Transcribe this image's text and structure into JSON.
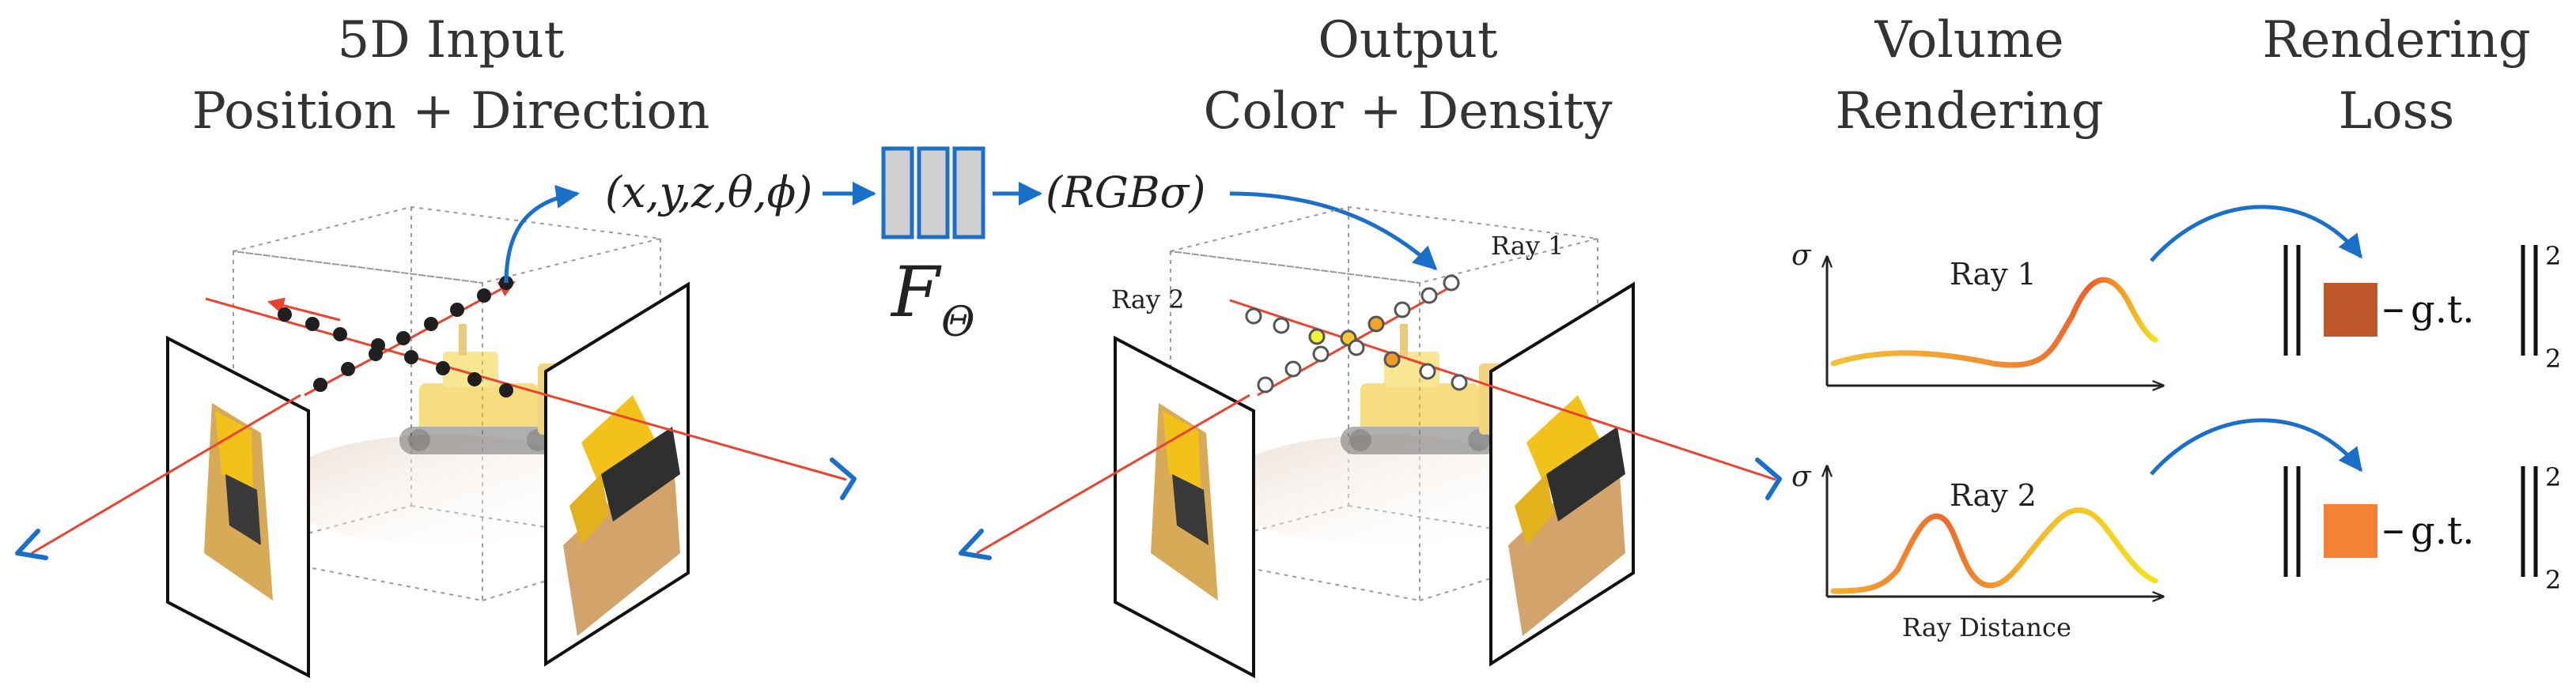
{
  "headers": {
    "input": {
      "line1": "5D Input",
      "line2": "Position + Direction"
    },
    "output": {
      "line1": "Output",
      "line2": "Color + Density"
    },
    "volume": {
      "line1": "Volume",
      "line2": "Rendering"
    },
    "loss": {
      "line1": "Rendering",
      "line2": "Loss"
    }
  },
  "input_tuple": "(x,y,z,θ,ϕ)",
  "output_tuple": "(RGBσ)",
  "network_label": "F",
  "network_subscript": "Θ",
  "ray_labels": {
    "ray1": "Ray 1",
    "ray2": "Ray 2"
  },
  "plots": {
    "sigma_label": "σ",
    "ray1_title": "Ray 1",
    "ray2_title": "Ray 2",
    "x_axis_label": "Ray Distance"
  },
  "loss": {
    "minus": "–",
    "gt_label": "g.t.",
    "norm_sup": "2",
    "norm_sub": "2",
    "ray1_color": "#c0572a",
    "ray2_color": "#f58234"
  },
  "colors": {
    "arrow_blue": "#1a6fc9",
    "ray_red": "#e8442f",
    "network_fill": "#cfcfcf",
    "network_stroke": "#1a6fc9"
  }
}
